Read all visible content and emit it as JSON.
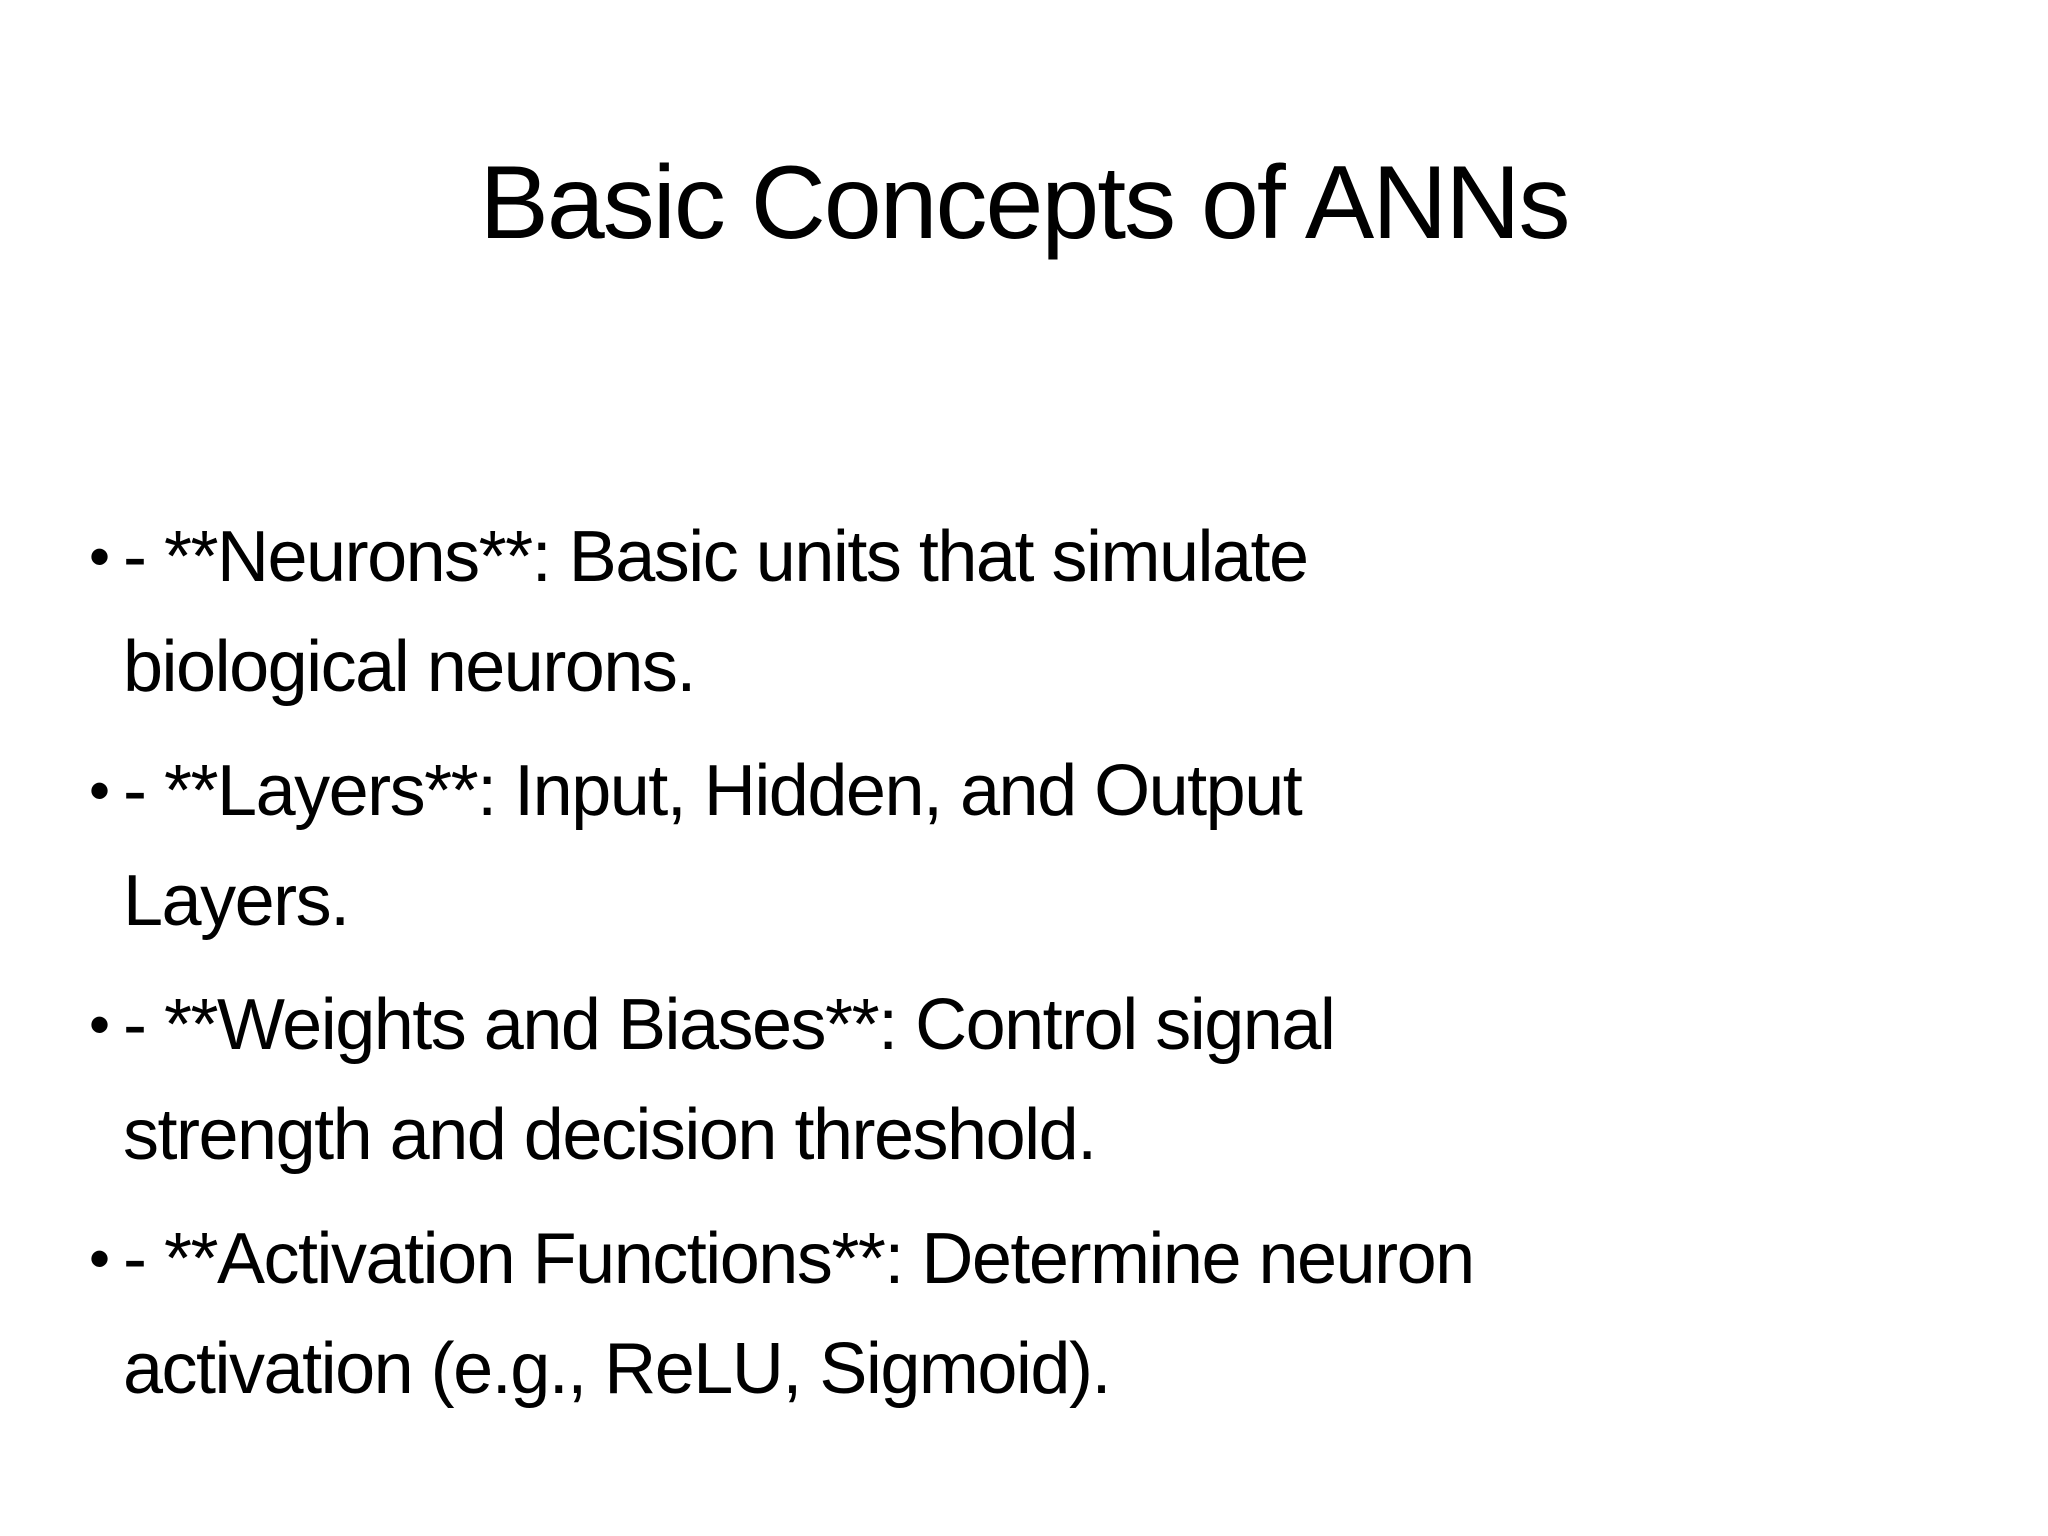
{
  "slide": {
    "title": "Basic Concepts of ANNs",
    "bullet_char": "•",
    "bullets": [
      {
        "lines": [
          "- **Neurons**: Basic units that simulate",
          "biological neurons."
        ]
      },
      {
        "lines": [
          "- **Layers**: Input, Hidden, and Output",
          "Layers."
        ]
      },
      {
        "lines": [
          "- **Weights and Biases**: Control signal",
          "strength and decision threshold."
        ]
      },
      {
        "lines": [
          "- **Activation Functions**: Determine neuron",
          "activation (e.g., ReLU, Sigmoid)."
        ]
      }
    ],
    "colors": {
      "background": "#ffffff",
      "text": "#000000"
    }
  }
}
